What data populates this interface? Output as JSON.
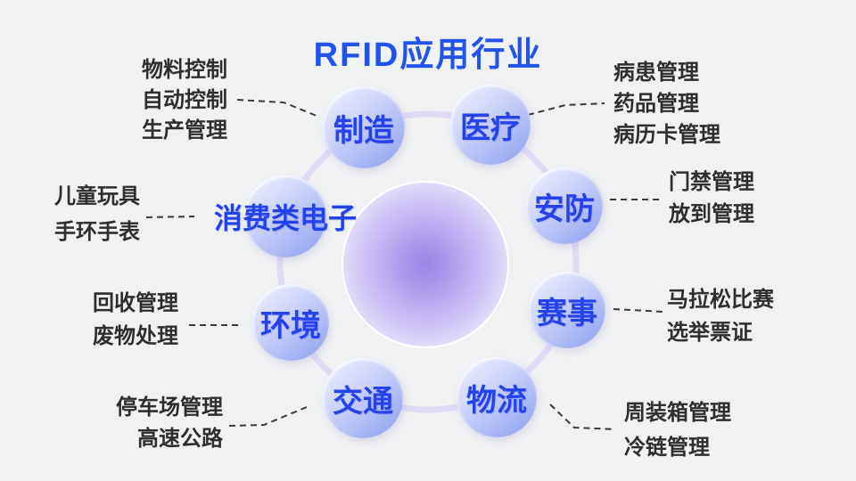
{
  "title": "RFID应用行业",
  "colors": {
    "background": "#f0f1f2",
    "title_blue": "#2153e9",
    "node_label_blue": "#2443ea",
    "node_gradient_start": "#f1f3fd",
    "node_gradient_end": "#8b9df1",
    "ring": "#e0daf4",
    "center_glow_purple": "#9d86e9",
    "annotation_text": "#2e2e2e",
    "dashed_line": "#3a3a3a"
  },
  "nodes": [
    {
      "id": "manufacturing",
      "label": "制造",
      "annotations": [
        "物料控制",
        "自动控制",
        "生产管理"
      ]
    },
    {
      "id": "medical",
      "label": "医疗",
      "annotations": [
        "病患管理",
        "药品管理",
        "病历卡管理"
      ]
    },
    {
      "id": "security",
      "label": "安防",
      "annotations": [
        "门禁管理",
        "放到管理"
      ]
    },
    {
      "id": "events",
      "label": "赛事",
      "annotations": [
        "马拉松比赛",
        "选举票证"
      ]
    },
    {
      "id": "logistics",
      "label": "物流",
      "annotations": [
        "周装箱管理",
        "冷链管理"
      ]
    },
    {
      "id": "traffic",
      "label": "交通",
      "annotations": [
        "停车场管理",
        "高速公路"
      ]
    },
    {
      "id": "environment",
      "label": "环境",
      "annotations": [
        "回收管理",
        "废物处理"
      ]
    },
    {
      "id": "consumer-electronics",
      "label": "消费类电子",
      "annotations": [
        "儿童玩具",
        "手环手表"
      ]
    }
  ]
}
